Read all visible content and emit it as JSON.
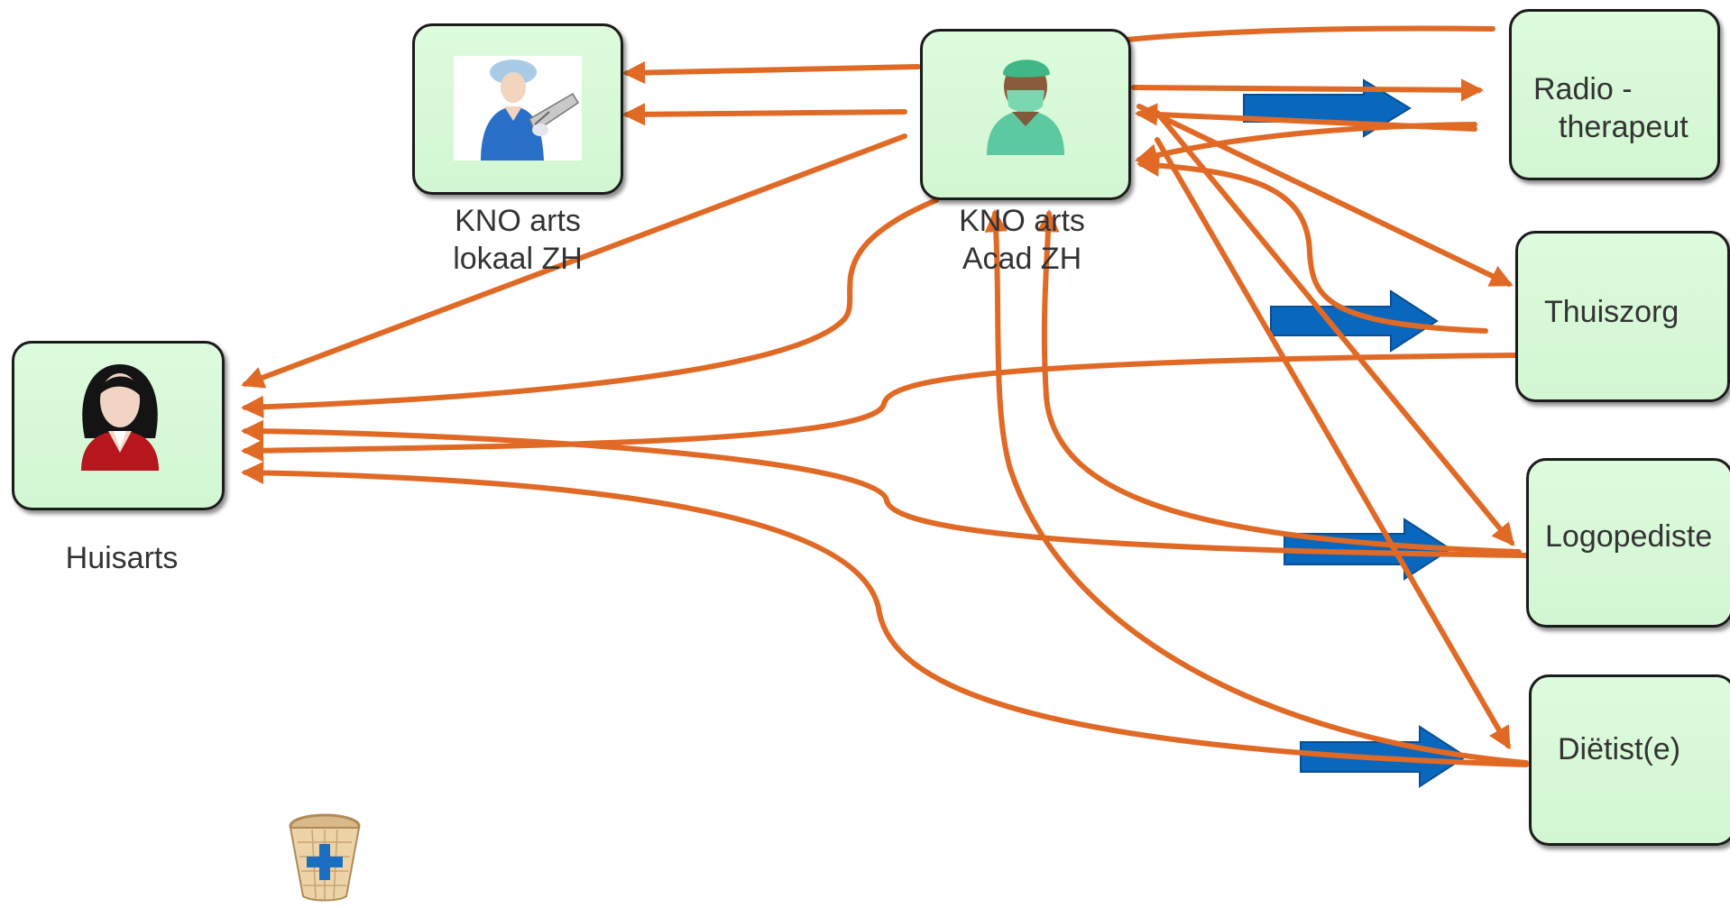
{
  "nodes": {
    "kno_lokaal": {
      "line1": "KNO arts",
      "line2": "lokaal ZH"
    },
    "kno_acad": {
      "line1": "KNO arts",
      "line2": "Acad  ZH"
    },
    "huisarts": {
      "label": "Huisarts"
    },
    "radiotherapeut": {
      "line1": "Radio -",
      "line2": "therapeut"
    },
    "thuiszorg": {
      "label": "Thuiszorg"
    },
    "logopediste": {
      "label": "Logopediste"
    },
    "dietist": {
      "label": "Diëtist(e)"
    }
  },
  "colors": {
    "arrow": "#e06a25",
    "block_arrow": "#0a67be",
    "node_fill": "#d4f7d4",
    "node_border": "#1b1b1b",
    "label_text": "#333333"
  },
  "icons": {
    "kno_lokaal": "nurse-with-clipboard-photo",
    "kno_acad": "surgeon-icon",
    "huisarts": "female-doctor-icon",
    "basket": "wicker-basket-plus-icon"
  }
}
